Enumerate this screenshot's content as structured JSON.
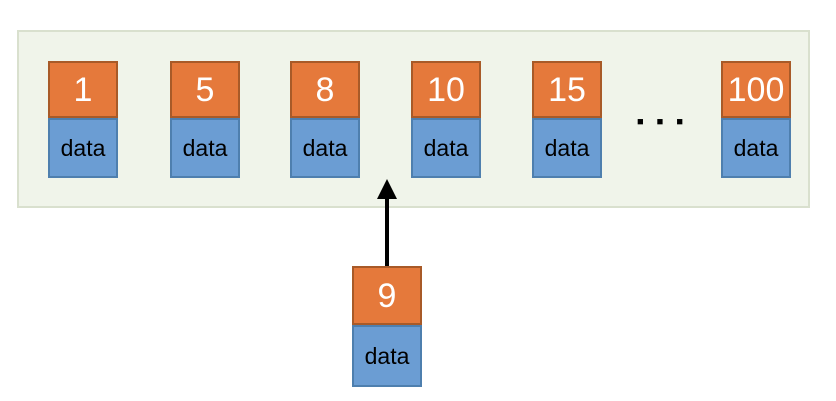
{
  "diagram": {
    "list_nodes": [
      {
        "key": "1",
        "value": "data"
      },
      {
        "key": "5",
        "value": "data"
      },
      {
        "key": "8",
        "value": "data"
      },
      {
        "key": "10",
        "value": "data"
      },
      {
        "key": "15",
        "value": "data"
      },
      {
        "key": "100",
        "value": "data"
      }
    ],
    "ellipsis": "■■■",
    "insert_node": {
      "key": "9",
      "value": "data"
    },
    "icons": {
      "ellipsis-icon": "three black square dots",
      "arrow-up-icon": "black vertical arrow pointing up"
    },
    "colors": {
      "key_fill": "#e5793b",
      "key_border": "#a85a28",
      "key_text": "#ffffff",
      "data_fill": "#6b9dd3",
      "data_border": "#4e7fae",
      "data_text": "#000000",
      "container_fill": "#f0f4ea",
      "container_border": "#d9e0ce",
      "arrow": "#000000",
      "page_background": "#ffffff"
    }
  }
}
